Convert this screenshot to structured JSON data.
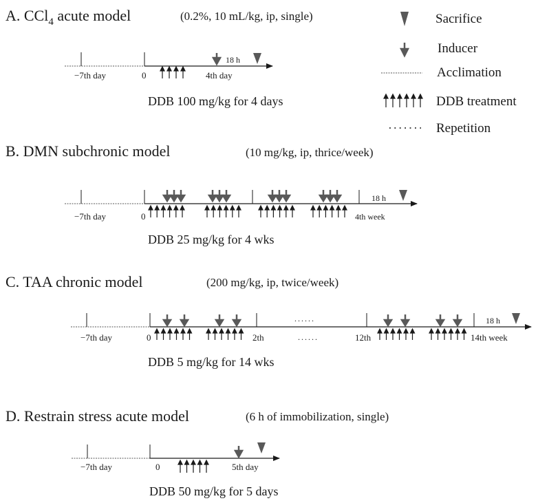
{
  "legend": {
    "sacrifice": "Sacrifice",
    "inducer": "Inducer",
    "acclimation": "Acclimation",
    "ddb_treatment": "DDB treatment",
    "repetition": "Repetition"
  },
  "panel_a": {
    "title_prefix": "A.  CCl",
    "title_sub": "4",
    "title_rest": " acute model",
    "params": "(0.2%, 10 mL/kg, ip, single)",
    "label_start": "−7th day",
    "label_zero": "0",
    "label_end": "4th day",
    "interval": "18 h",
    "dose": "DDB 100 mg/kg for 4 days"
  },
  "panel_b": {
    "title": "B.  DMN subchronic model",
    "params": "(10 mg/kg, ip, thrice/week)",
    "label_start": "−7th day",
    "label_zero": "0",
    "label_end": "4th week",
    "interval": "18 h",
    "dose": "DDB 25 mg/kg for 4 wks"
  },
  "panel_c": {
    "title": "C.  TAA chronic model",
    "params": "(200 mg/kg, ip, twice/week)",
    "label_start": "−7th day",
    "label_zero": "0",
    "label_mid": "2th",
    "label_12": "12th",
    "label_end": "14th week",
    "interval": "18 h",
    "dots_top": "......",
    "dots_bottom": "......",
    "dose": "DDB 5 mg/kg for 14 wks"
  },
  "panel_d": {
    "title": "D.  Restrain stress acute model",
    "params": "(6 h of immobilization, single)",
    "label_start": "−7th day",
    "label_zero": "0",
    "label_end": "5th day",
    "dose": "DDB 50 mg/kg for 5 days"
  }
}
